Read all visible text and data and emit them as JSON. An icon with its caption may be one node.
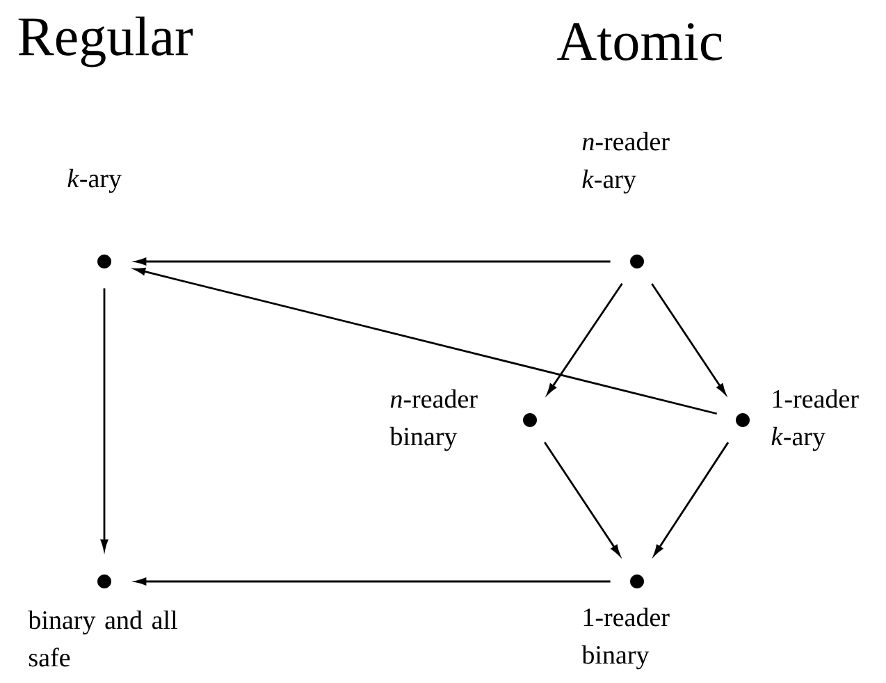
{
  "diagram": {
    "nodes": [
      {
        "text": [],
        "shape": "circle",
        "beside": [
          "*k*-ary"
        ]
      },
      {
        "text": [],
        "shape": "circle",
        "beside": [
          "*n*-reader *k*-ary"
        ]
      },
      {
        "text": [],
        "shape": "circle",
        "beside": [
          "*n*-reader binary"
        ]
      },
      {
        "text": [],
        "shape": "circle",
        "beside": [
          "1-reader *k*-ary"
        ]
      },
      {
        "text": [],
        "shape": "circle",
        "beside": [
          "binary and all safe"
        ]
      },
      {
        "text": [],
        "shape": "circle",
        "beside": [
          "1-reader binary"
        ]
      }
    ],
    "edges": [
      {
        "from": 1,
        "to": 0,
        "arrow": "to"
      },
      {
        "from": 3,
        "to": 0,
        "arrow": "to"
      },
      {
        "from": 0,
        "to": 4,
        "arrow": "to"
      },
      {
        "from": 1,
        "to": 2,
        "arrow": "to"
      },
      {
        "from": 1,
        "to": 3,
        "arrow": "to"
      },
      {
        "from": 2,
        "to": 5,
        "arrow": "to"
      },
      {
        "from": 3,
        "to": 5,
        "arrow": "to"
      },
      {
        "from": 5,
        "to": 4,
        "arrow": "to"
      }
    ],
    "labels": [
      "Regular",
      "Atomic"
    ]
  }
}
